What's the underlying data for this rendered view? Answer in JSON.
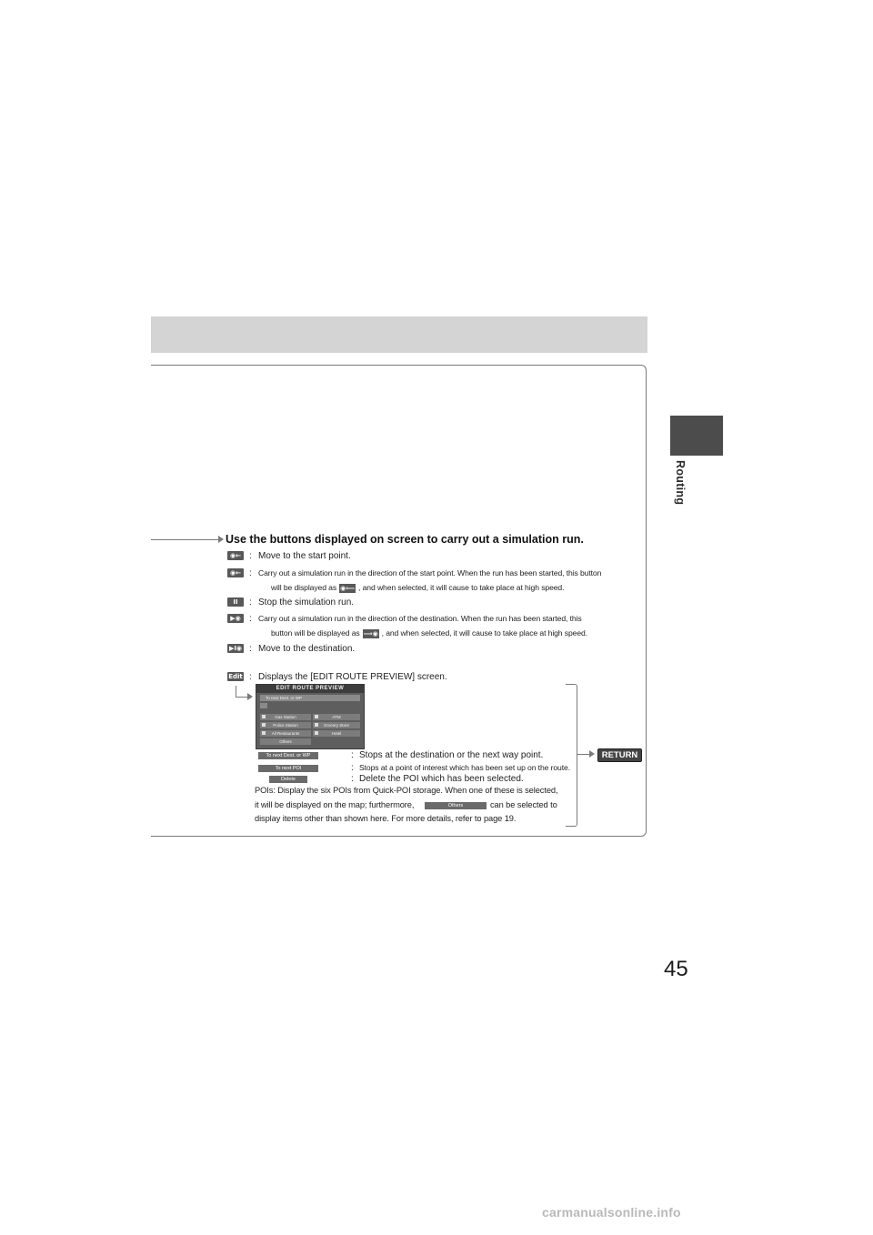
{
  "side_tab": {
    "label": "Routing"
  },
  "page_number": "45",
  "section": {
    "heading": "Use the buttons displayed on screen to carry out a simulation run."
  },
  "items": [
    {
      "icon": "skip-to-start-icon",
      "text": "Move to the start point."
    },
    {
      "icon": "rewind-run-icon",
      "text": "Carry out a simulation run in the direction of the start point. When the run has been started, this button",
      "text2a": "will be displayed as",
      "text2b": ", and when selected, it will cause to take place at high speed."
    },
    {
      "icon": "pause-icon",
      "text": "Stop the simulation run."
    },
    {
      "icon": "play-run-icon",
      "text": "Carry out a simulation run in the direction of the destination. When the run has been started, this",
      "text2a": "button will be displayed as",
      "text2b": ", and when selected, it will cause to take place at high speed."
    },
    {
      "icon": "skip-to-end-icon",
      "text": "Move to the destination."
    },
    {
      "icon": "edit-icon",
      "icon_label": "Edit",
      "text": "Displays the [EDIT ROUTE PREVIEW] screen."
    }
  ],
  "edit_screen": {
    "title": "EDIT ROUTE PREVIEW",
    "top_button": "To next Dest. or WP",
    "pois": [
      "Gas Station",
      "ATM",
      "Police Station",
      "Grocery Store",
      "All Restaurants",
      "Hotel"
    ],
    "others": "Others"
  },
  "buttons_desc": [
    {
      "label": "To next Dest. or WP",
      "text": "Stops at the destination or the next way point."
    },
    {
      "label": "To next POI",
      "text": "Stops at a point of interest which has been set up on the route."
    },
    {
      "label": "Delete",
      "text": "Delete the POI which has been selected."
    }
  ],
  "pois_note": {
    "line1": "POIs: Display the six POIs from Quick-POI storage. When one of these is selected,",
    "line2a": "it will be displayed on the map; furthermore,",
    "others_label": "Others",
    "line2b": "can be selected to",
    "line3": "display items other than shown here. For more details, refer to page 19."
  },
  "return_button": "RETURN",
  "colon": ":",
  "watermark": "carmanualsonline.info"
}
